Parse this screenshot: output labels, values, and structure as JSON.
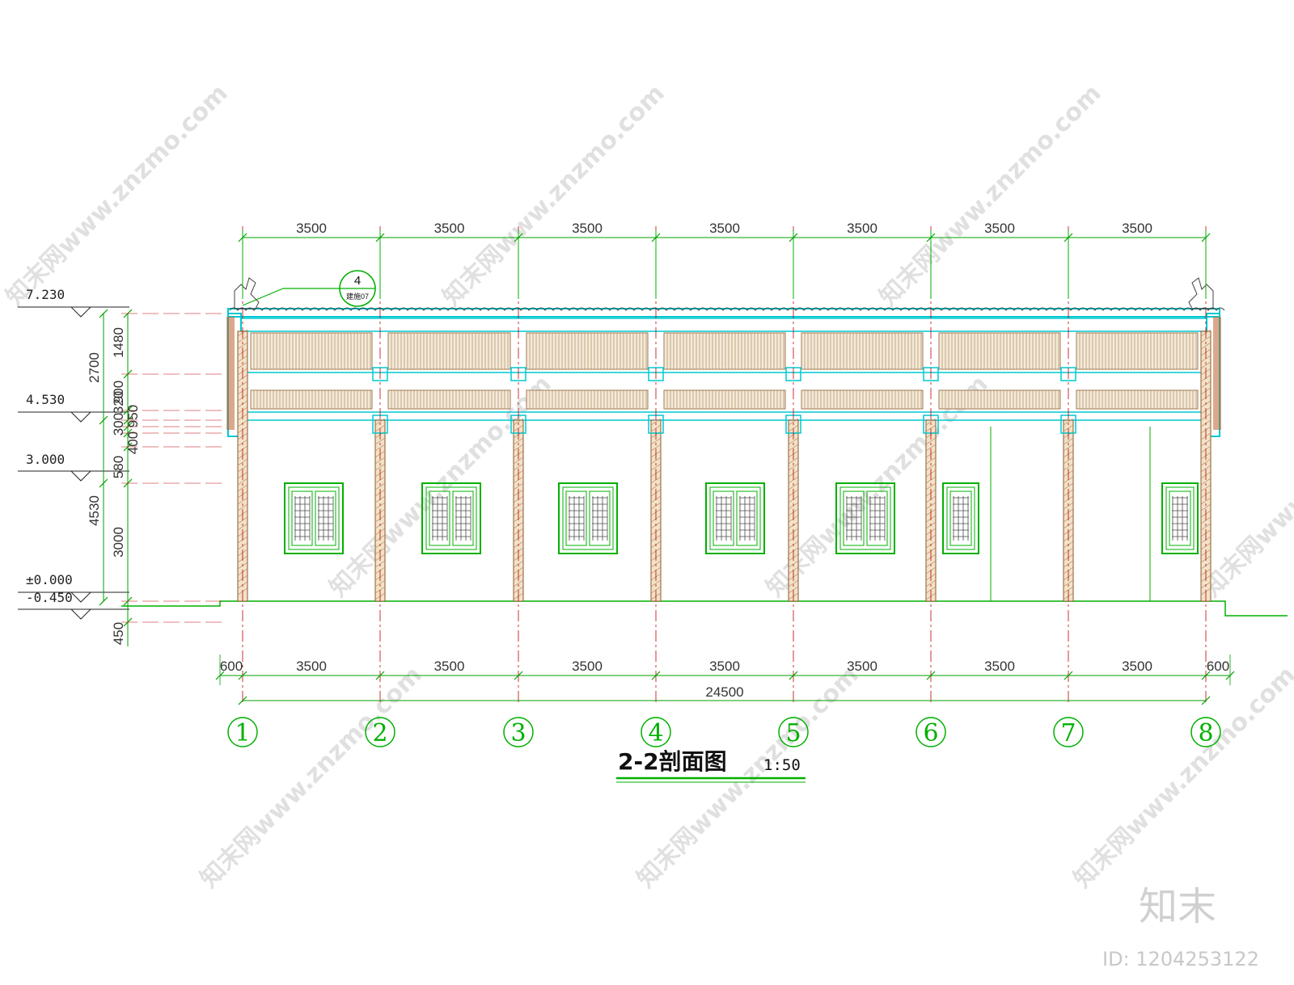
{
  "drawing": {
    "title": "2-2剖面图",
    "scale": "1:50",
    "bay_width": "3500",
    "overhang": "600",
    "total_width": "24500",
    "axis_labels": [
      "1",
      "2",
      "3",
      "4",
      "5",
      "6",
      "7",
      "8"
    ],
    "detail_callout": {
      "number": "4",
      "ref": "建施07"
    },
    "levels": [
      "7.230",
      "4.530",
      "3.000",
      "±0.000",
      "-0.450"
    ],
    "vertical_dims": [
      "2700",
      "1480",
      "900",
      "300",
      "320",
      "400",
      "950",
      "580",
      "4530",
      "3000",
      "450"
    ]
  },
  "watermark": {
    "site": "知末网www.znzmo.com",
    "brand": "知末",
    "id_text": "ID: 1204253122"
  },
  "colors": {
    "axis_green": "#00b000",
    "axis_red": "#c00000",
    "cyan": "#00c8d0",
    "wood": "#a07a50",
    "dim_line": "#00a000"
  }
}
